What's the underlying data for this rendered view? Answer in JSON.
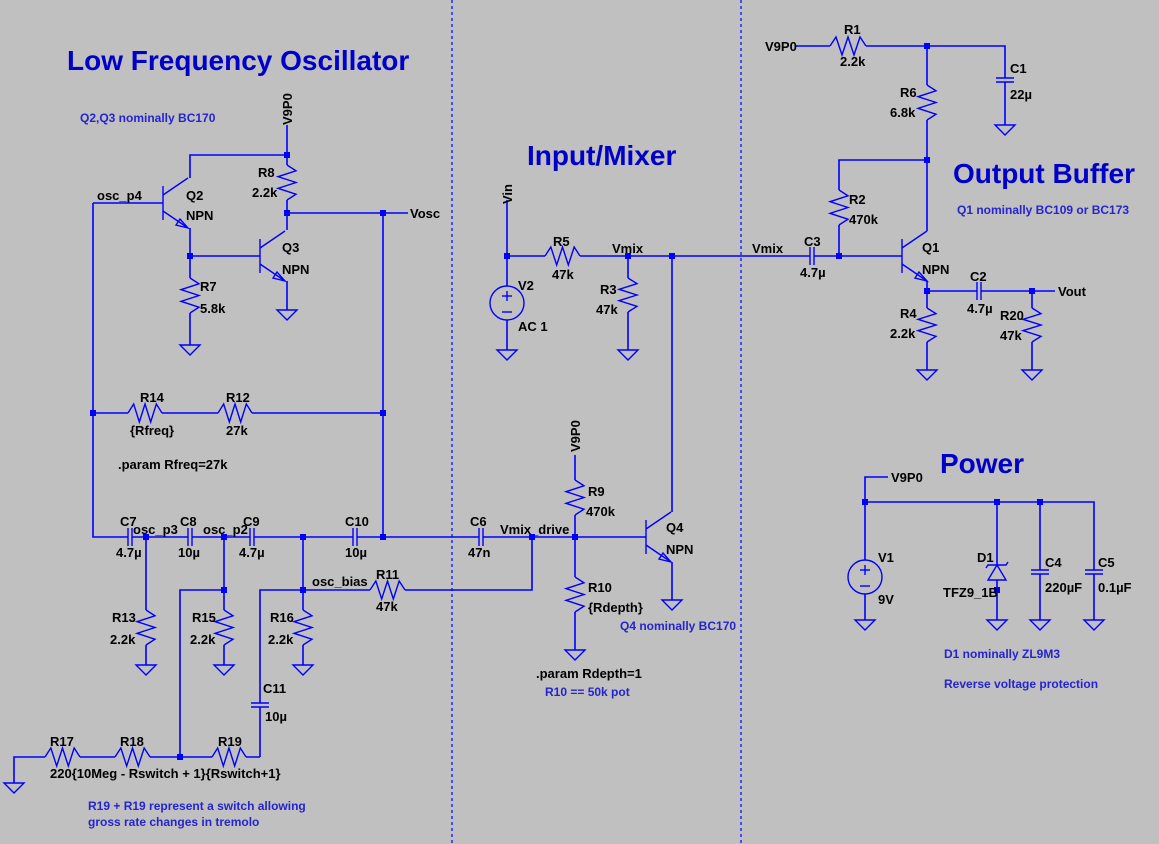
{
  "colors": {
    "background": "#C0C0C0",
    "wire": "#0000FF",
    "title": "#0000C8",
    "note": "#2424D0",
    "text": "#000000"
  },
  "titles": {
    "lfo": "Low Frequency Oscillator",
    "mixer": "Input/Mixer",
    "output": "Output Buffer",
    "power": "Power"
  },
  "components": {
    "R1": {
      "ref": "R1",
      "value": "2.2k"
    },
    "R2": {
      "ref": "R2",
      "value": "470k"
    },
    "R3": {
      "ref": "R3",
      "value": "47k"
    },
    "R4": {
      "ref": "R4",
      "value": "2.2k"
    },
    "R5": {
      "ref": "R5",
      "value": "47k"
    },
    "R6": {
      "ref": "R6",
      "value": "6.8k"
    },
    "R7": {
      "ref": "R7",
      "value": "5.8k"
    },
    "R8": {
      "ref": "R8",
      "value": "2.2k"
    },
    "R9": {
      "ref": "R9",
      "value": "470k"
    },
    "R10": {
      "ref": "R10",
      "value": "{Rdepth}"
    },
    "R11": {
      "ref": "R11",
      "value": "47k"
    },
    "R12": {
      "ref": "R12",
      "value": "27k"
    },
    "R13": {
      "ref": "R13",
      "value": "2.2k"
    },
    "R14": {
      "ref": "R14",
      "value": "{Rfreq}"
    },
    "R15": {
      "ref": "R15",
      "value": "2.2k"
    },
    "R16": {
      "ref": "R16",
      "value": "2.2k"
    },
    "R17": {
      "ref": "R17",
      "value": "220"
    },
    "R18": {
      "ref": "R18",
      "value": "{10Meg - Rswitch + 1}"
    },
    "R19": {
      "ref": "R19",
      "value": "{Rswitch+1}"
    },
    "R20": {
      "ref": "R20",
      "value": "47k"
    },
    "C1": {
      "ref": "C1",
      "value": "22µ"
    },
    "C2": {
      "ref": "C2",
      "value": "4.7µ"
    },
    "C3": {
      "ref": "C3",
      "value": "4.7µ"
    },
    "C4": {
      "ref": "C4",
      "value": "220µF"
    },
    "C5": {
      "ref": "C5",
      "value": "0.1µF"
    },
    "C6": {
      "ref": "C6",
      "value": "47n"
    },
    "C7": {
      "ref": "C7",
      "value": "4.7µ"
    },
    "C8": {
      "ref": "C8",
      "value": "10µ"
    },
    "C9": {
      "ref": "C9",
      "value": "4.7µ"
    },
    "C10": {
      "ref": "C10",
      "value": "10µ"
    },
    "C11": {
      "ref": "C11",
      "value": "10µ"
    },
    "Q1": {
      "ref": "Q1",
      "value": "NPN"
    },
    "Q2": {
      "ref": "Q2",
      "value": "NPN"
    },
    "Q3": {
      "ref": "Q3",
      "value": "NPN"
    },
    "Q4": {
      "ref": "Q4",
      "value": "NPN"
    },
    "V1": {
      "ref": "V1",
      "value": "9V"
    },
    "V2": {
      "ref": "V2",
      "value": "AC 1"
    },
    "D1": {
      "ref": "D1",
      "value": "TFZ9_1B"
    }
  },
  "nets": {
    "v9p0_lfo": "V9P0",
    "v9p0_mixer": "V9P0",
    "v9p0_output": "V9P0",
    "v9p0_power": "V9P0",
    "vosc": "Vosc",
    "osc_p4": "osc_p4",
    "osc_p3": "osc_p3",
    "osc_p2": "osc_p2",
    "osc_bias": "osc_bias",
    "vin": "Vin",
    "vmix_1": "Vmix",
    "vmix_2": "Vmix",
    "vmix_drive": "Vmix_drive",
    "vout": "Vout"
  },
  "directives": {
    "rfreq": ".param Rfreq=27k",
    "rdepth": ".param Rdepth=1"
  },
  "notes": {
    "q2q3": "Q2,Q3 nominally BC170",
    "switch_1": "R19 + R19 represent a switch allowing",
    "switch_2": "gross rate changes in tremolo",
    "q4": "Q4 nominally BC170",
    "r10": "R10 == 50k pot",
    "q1": "Q1 nominally BC109 or BC173",
    "d1": "D1 nominally ZL9M3",
    "reverse": "Reverse voltage protection"
  }
}
